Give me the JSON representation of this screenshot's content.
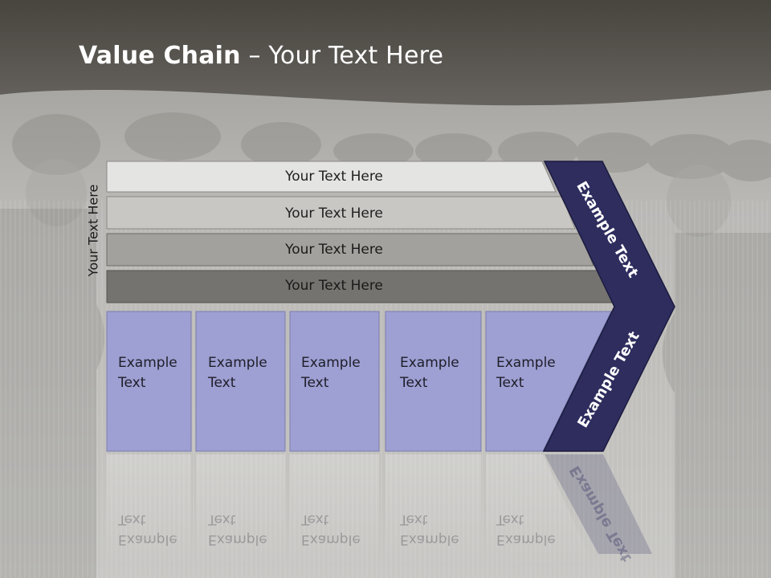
{
  "slide": {
    "title_bold": "Value Chain",
    "title_rest": " – Your Text Here",
    "side_label": "Your Text Here",
    "rows": [
      {
        "label": "Your Text Here"
      },
      {
        "label": "Your Text Here"
      },
      {
        "label": "Your Text Here"
      },
      {
        "label": "Your Text Here"
      }
    ],
    "cells": [
      {
        "label": "Example\nText"
      },
      {
        "label": "Example\nText"
      },
      {
        "label": "Example\nText"
      },
      {
        "label": "Example\nText"
      },
      {
        "label": "Example\nText"
      }
    ],
    "chevron_top_label": "Example Text",
    "chevron_bottom_label": "Example Text"
  },
  "colors": {
    "header_dark": "#4f4c48",
    "row_1": "#e4e4e2",
    "row_2": "#c8c7c4",
    "row_3": "#a3a19d",
    "row_4": "#75736f",
    "cell_fill": "#9e9fd2",
    "chevron_fill": "#2e2d5e"
  }
}
